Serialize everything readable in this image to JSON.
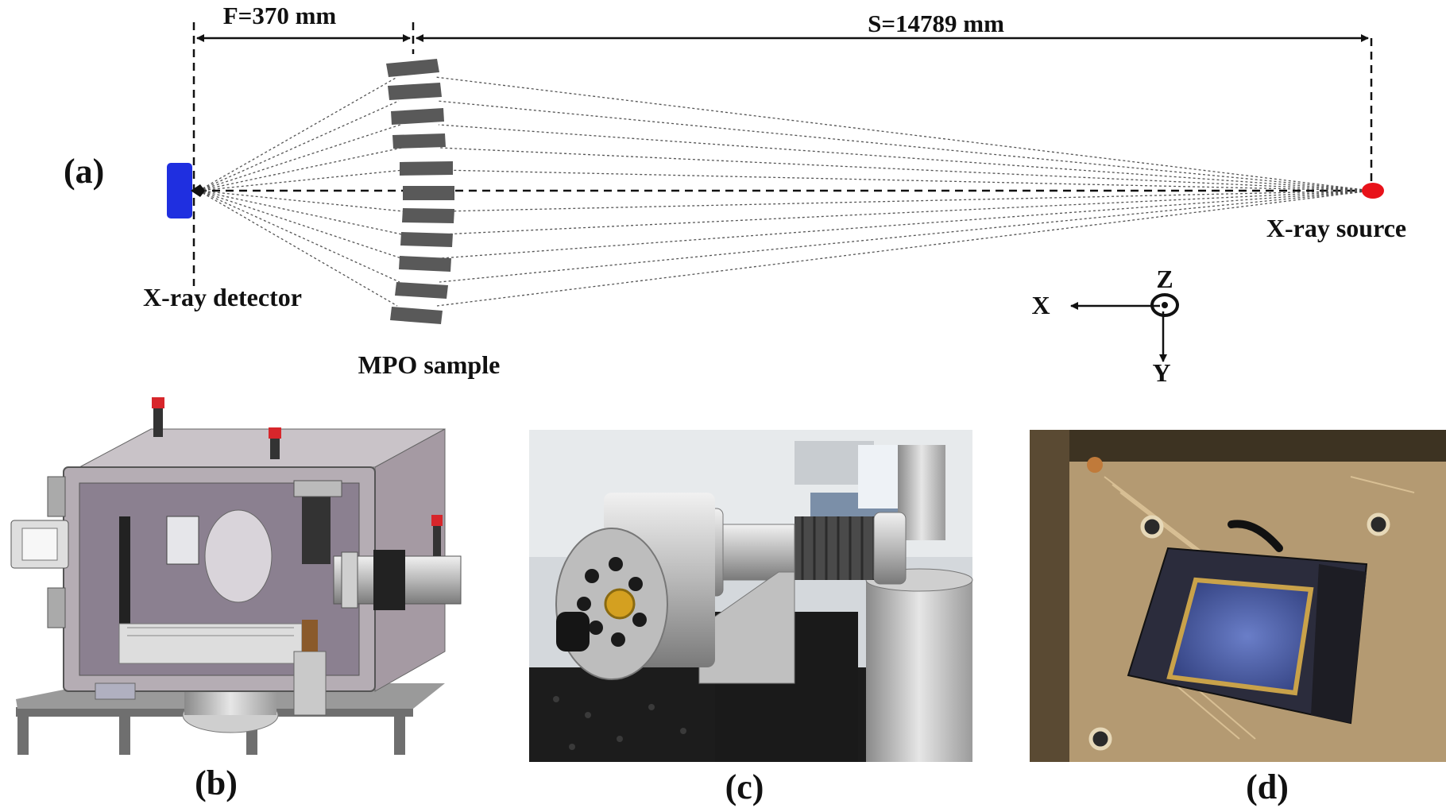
{
  "panel_a": {
    "label": "(a)",
    "focal_label": "F=370 mm",
    "source_distance_label": "S=14789 mm",
    "detector_label": "X-ray detector",
    "mpo_label": "MPO sample",
    "source_label": "X-ray source",
    "axes": {
      "x": "X",
      "y": "Y",
      "z": "Z"
    },
    "colors": {
      "detector": "#1f2fe0",
      "source": "#e8121a",
      "mpo_plate": "#555555"
    }
  },
  "panel_b": {
    "label": "(b)",
    "icon": "vacuum-chamber-cad-drawing"
  },
  "panel_c": {
    "label": "(c)",
    "icon": "x-ray-source-photo"
  },
  "panel_d": {
    "label": "(d)",
    "icon": "ccd-detector-photo"
  }
}
